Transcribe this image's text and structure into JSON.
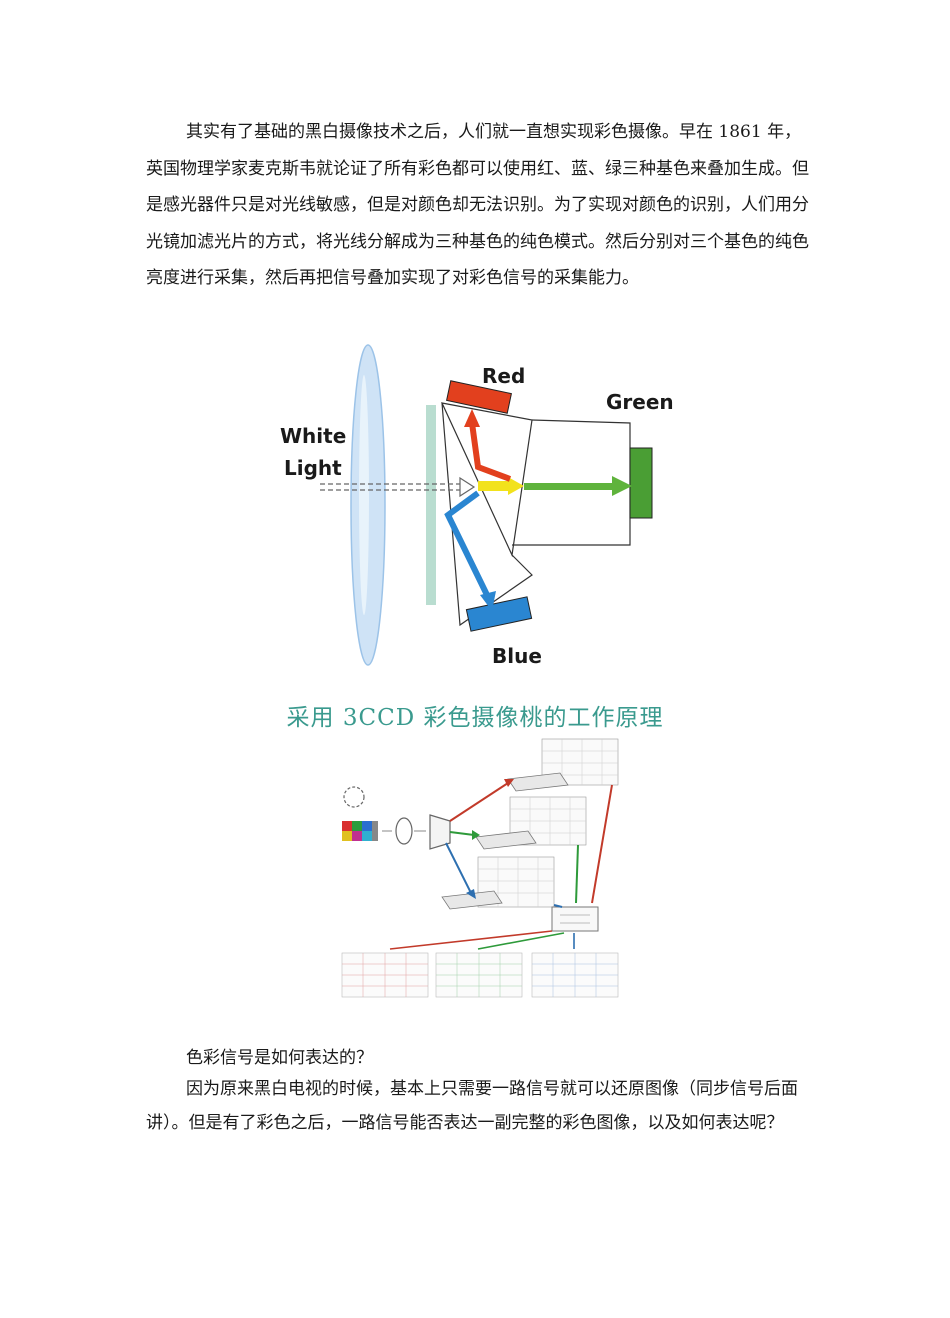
{
  "paragraph1": "其实有了基础的黑白摄像技术之后，人们就一直想实现彩色摄像。早在 1861 年，英国物理学家麦克斯韦就论证了所有彩色都可以使用红、蓝、绿三种基色来叠加生成。但是感光器件只是对光线敏感，但是对颜色却无法识别。为了实现对颜色的识别，人们用分光镜加滤光片的方式，将光线分解成为三种基色的纯色模式。然后分别对三个基色的纯色亮度进行采集，然后再把信号叠加实现了对彩色信号的采集能力。",
  "figure1": {
    "labels": {
      "white_light_line1": "White",
      "white_light_line2": "Light",
      "red": "Red",
      "green": "Green",
      "blue": "Blue"
    },
    "colors": {
      "red": "#e2401e",
      "green": "#5fb33c",
      "blue": "#2a86d1",
      "yellow": "#f2e21c",
      "lens": "#cfe3f6",
      "filter": "#b9ddd0",
      "sensor_green": "#4a9e34"
    }
  },
  "caption": "采用 3CCD 彩色摄像桃的工作原理",
  "question": "色彩信号是如何表达的？",
  "paragraph2": "因为原来黑白电视的时候，基本上只需要一路信号就可以还原图像（同步信号后面讲）。但是有了彩色之后，一路信号能否表达一副完整的彩色图像，以及如何表达呢？"
}
